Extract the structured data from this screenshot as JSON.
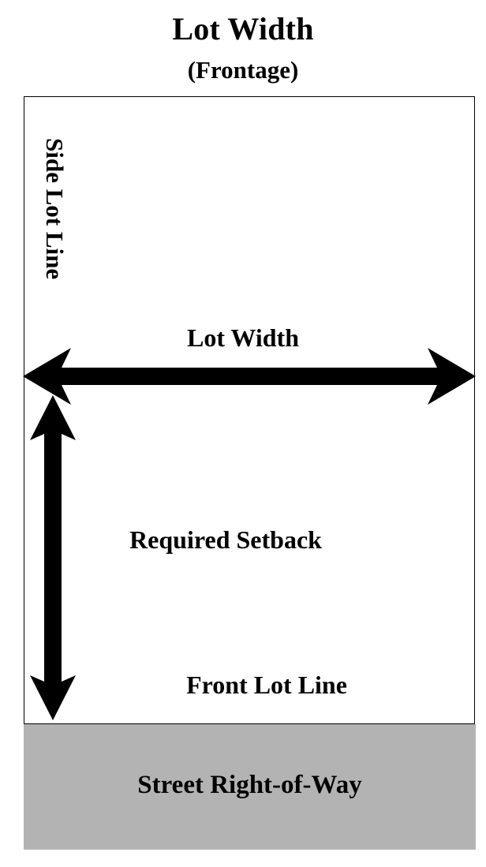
{
  "diagram": {
    "title": "Lot Width",
    "subtitle": "(Frontage)",
    "labels": {
      "side_lot_line": "Side Lot Line",
      "lot_width_dimension": "Lot Width",
      "required_setback": "Required Setback",
      "front_lot_line": "Front Lot Line",
      "street_right_of_way": "Street Right-of-Way"
    },
    "colors": {
      "lot_fill": "#ffffff",
      "lot_stroke": "#000000",
      "right_of_way_fill": "#b3b3b3",
      "arrow": "#000000",
      "text": "#000000"
    },
    "arrows": [
      {
        "name": "lot-width-arrow",
        "orientation": "horizontal",
        "double_headed": true,
        "measures": "Lot Width"
      },
      {
        "name": "setback-arrow",
        "orientation": "vertical",
        "double_headed": true,
        "measures": "Required Setback"
      }
    ]
  }
}
